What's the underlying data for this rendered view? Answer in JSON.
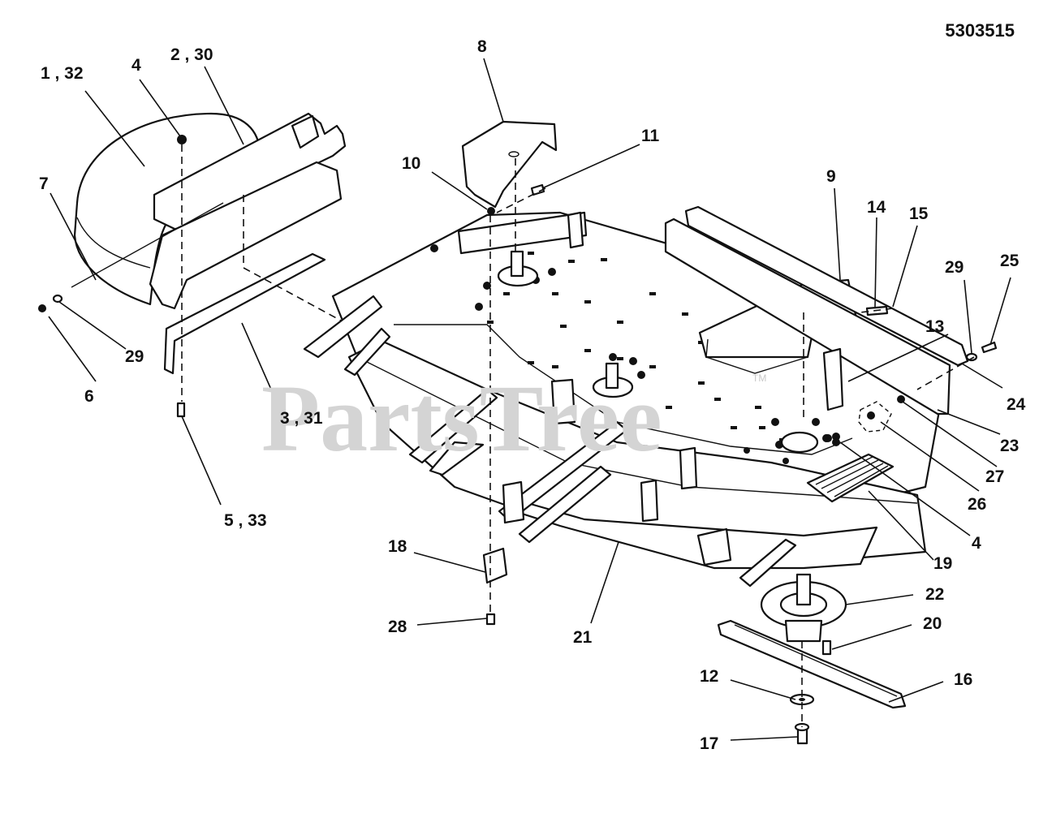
{
  "document_number": "5303515",
  "watermark": {
    "text": "PartsTree",
    "trademark": "TM"
  },
  "callouts": {
    "c1_32": "1 , 32",
    "c2_30": "2 , 30",
    "c3_31": "3 , 31",
    "c4a": "4",
    "c4b": "4",
    "c5_33": "5 , 33",
    "c6": "6",
    "c7": "7",
    "c8": "8",
    "c9": "9",
    "c10": "10",
    "c11": "11",
    "c12": "12",
    "c13": "13",
    "c14": "14",
    "c15": "15",
    "c16": "16",
    "c17": "17",
    "c18": "18",
    "c19": "19",
    "c20": "20",
    "c21": "21",
    "c22": "22",
    "c23": "23",
    "c24": "24",
    "c25": "25",
    "c26": "26",
    "c27": "27",
    "c28": "28",
    "c29a": "29",
    "c29b": "29"
  }
}
